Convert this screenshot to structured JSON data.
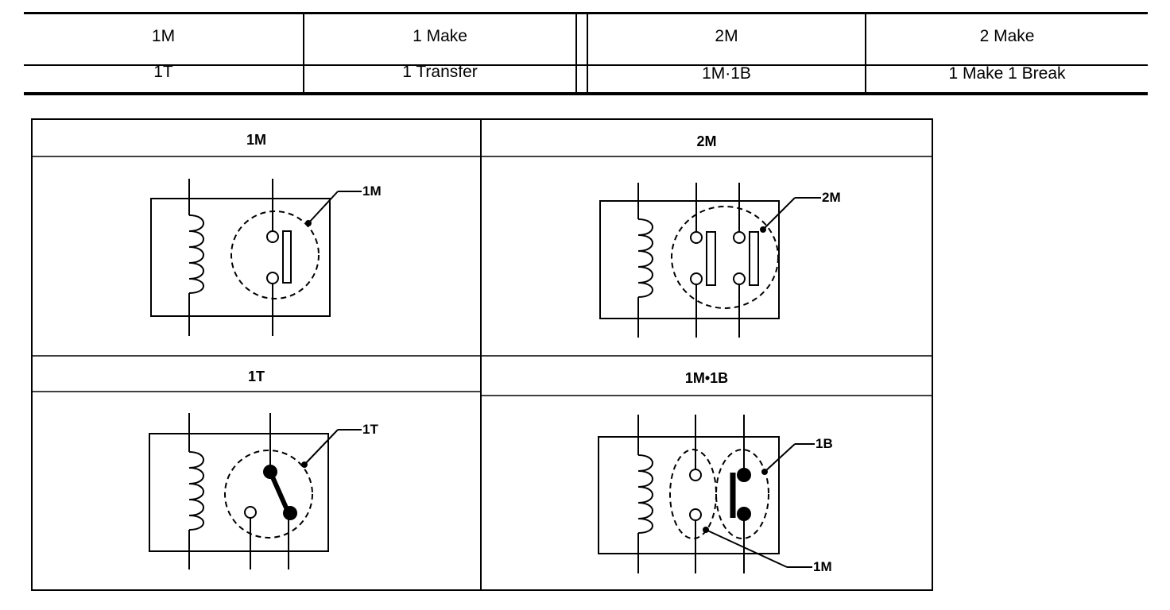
{
  "legend": {
    "rows": [
      {
        "code1": "1M",
        "desc1": "1 Make",
        "code2": "2M",
        "desc2": "2 Make"
      },
      {
        "code1": "1T",
        "desc1": "1 Transfer",
        "code2": "1M·1B",
        "desc2": "1 Make 1 Break"
      }
    ]
  },
  "panels": {
    "p1": {
      "header": "1M",
      "callouts": {
        "a": "1M"
      }
    },
    "p2": {
      "header": "2M",
      "callouts": {
        "a": "2M"
      }
    },
    "p3": {
      "header": "1T",
      "callouts": {
        "a": "1T"
      }
    },
    "p4": {
      "header": "1M•1B",
      "callouts": {
        "a": "1B",
        "b": "1M"
      }
    }
  }
}
